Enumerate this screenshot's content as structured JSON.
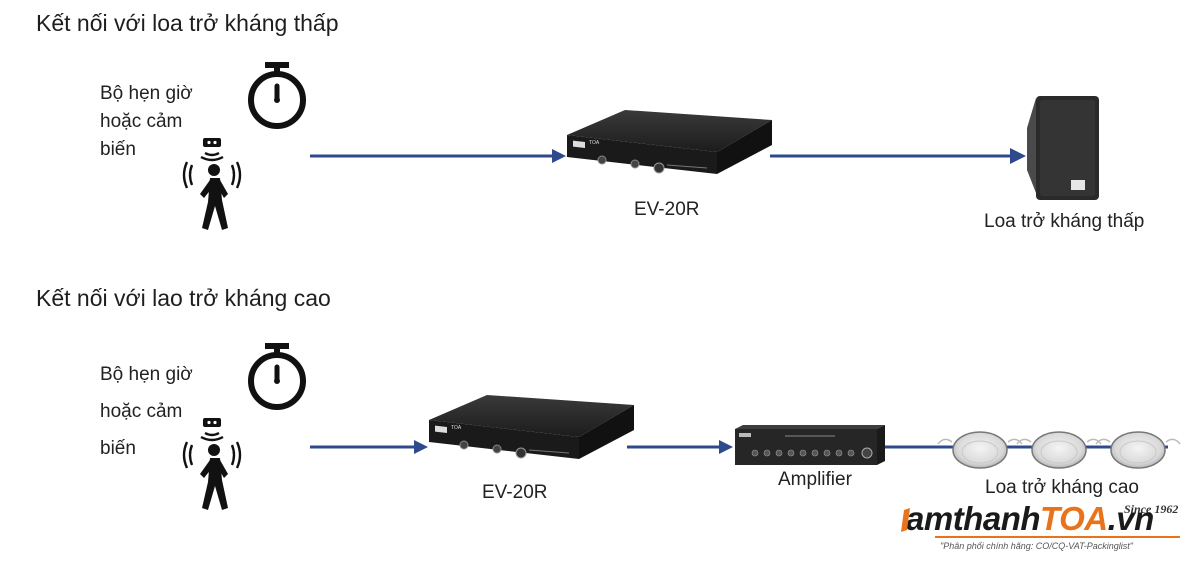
{
  "section_low": {
    "heading": "Kết nối với loa trở kháng thấp",
    "trigger_lines": [
      "Bộ hẹn giờ",
      "hoặc cảm",
      "biến"
    ],
    "device_label": "EV-20R",
    "speaker_label": "Loa trở kháng thấp"
  },
  "section_high": {
    "heading": "Kết nối với lao trở kháng cao",
    "trigger_lines": [
      "Bộ hẹn giờ",
      "hoặc cảm",
      "biến"
    ],
    "device_label": "EV-20R",
    "amplifier_label": "Amplifier",
    "speaker_label": "Loa trở kháng cao"
  },
  "watermark": {
    "brand_prefix": "amthanh",
    "brand_accent": "TOA",
    "brand_suffix": ".vn",
    "since": "Since 1962",
    "tagline": "\"Phân phối chính hãng: CO/CQ-VAT-Packinglist\""
  },
  "device_text": {
    "brand": "TOA"
  },
  "colors": {
    "arrow": "#2e4a8c",
    "accent": "#e8731a",
    "device_body": "#262626"
  },
  "icons": [
    "stopwatch-icon",
    "motion-sensor-person-icon",
    "ev-20r-device-icon",
    "wall-speaker-icon",
    "amplifier-icon",
    "ceiling-speaker-icon"
  ]
}
